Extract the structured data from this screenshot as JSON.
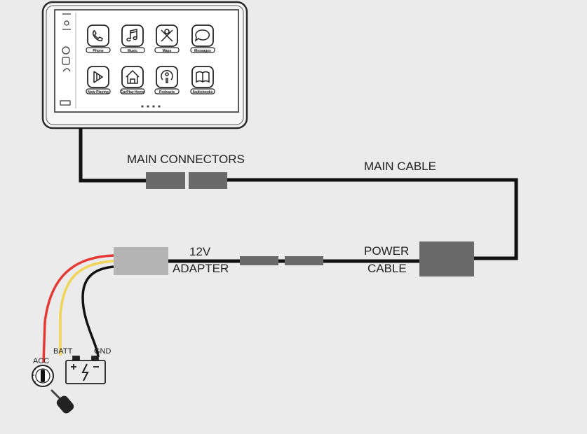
{
  "labels": {
    "main_connectors": "MAIN CONNECTORS",
    "main_cable": "MAIN CABLE",
    "adapter_line1": "12V",
    "adapter_line2": "ADAPTER",
    "power_cable_line1": "POWER",
    "power_cable_line2": "CABLE",
    "acc": "ACC",
    "batt": "BATT",
    "gnd": "GND"
  },
  "screen_apps": [
    {
      "icon": "phone-icon",
      "label": "Phone"
    },
    {
      "icon": "music-icon",
      "label": "Music"
    },
    {
      "icon": "maps-icon",
      "label": "Maps"
    },
    {
      "icon": "messages-icon",
      "label": "Messages"
    },
    {
      "icon": "now-playing-icon",
      "label": "Now Playing"
    },
    {
      "icon": "carplay-home-icon",
      "label": "CarPlay Home"
    },
    {
      "icon": "podcasts-icon",
      "label": "Podcasts"
    },
    {
      "icon": "audiobooks-icon",
      "label": "Audiobooks"
    }
  ],
  "colors": {
    "cable": "#111111",
    "connector": "#6a6a6a",
    "adapter": "#b4b4b4",
    "acc_wire": "#e53935",
    "batt_wire": "#f0d455",
    "gnd_wire": "#111111",
    "background": "#ebebeb"
  }
}
